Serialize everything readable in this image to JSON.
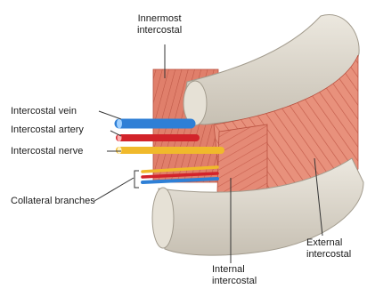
{
  "labels": {
    "innermost_intercostal": [
      "Innermost",
      "intercostal"
    ],
    "intercostal_vein": "Intercostal vein",
    "intercostal_artery": "Intercostal artery",
    "intercostal_nerve": "Intercostal nerve",
    "collateral_branches": "Collateral branches",
    "internal_intercostal": [
      "Internal",
      "intercostal"
    ],
    "external_intercostal": [
      "External",
      "intercostal"
    ]
  },
  "colors": {
    "bone": "#dcd7cc",
    "bone_shadow": "#b9b2a4",
    "muscle": "#e58a76",
    "muscle_dark": "#c9604f",
    "vein": "#2e7fd6",
    "artery": "#d2232a",
    "nerve": "#f0b92b",
    "leader_line": "#333333"
  }
}
